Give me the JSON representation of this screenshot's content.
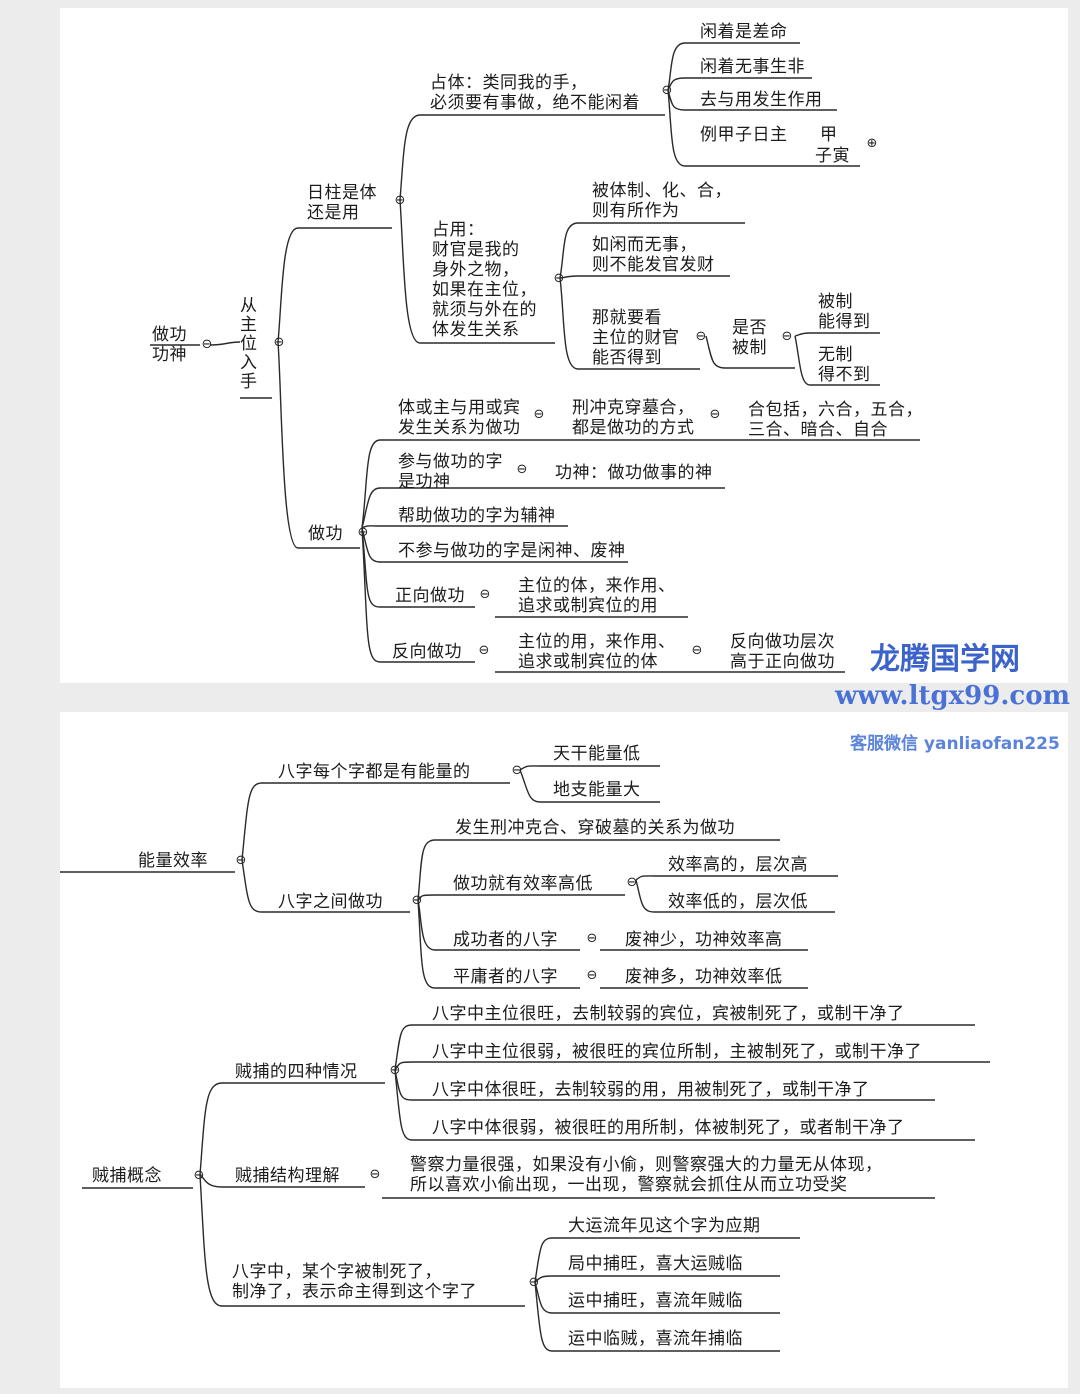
{
  "colors": {
    "watermark_title": "#3b63c9",
    "watermark_url": "#4a72d6",
    "watermark_contact": "#5d84db"
  },
  "top": {
    "root": "做功\n功神",
    "main": "从\n主\n位\n入\n手",
    "rizhu": "日柱是体\n还是用",
    "zhanti": "占体：类同我的手，\n必须要有事做，绝不能闲着",
    "zhanti_items": [
      "闲着是差命",
      "闲着无事生非",
      "去与用发生作用",
      "例甲子日主"
    ],
    "jia": "甲",
    "ziyin": "子寅",
    "zhanyong": "占用：\n财官是我的\n身外之物，\n如果在主位，\n就须与外在的\n体发生关系",
    "zhanyong_items": [
      "被体制、化、合，\n则有所作为",
      "如闲而无事，\n则不能发官发财",
      "那就要看\n主位的财官\n能否得到"
    ],
    "shifou": "是否\n被制",
    "beizhi": "被制\n能得到",
    "wuzhi": "无制\n得不到",
    "zuogong": "做功",
    "zg1": "体或主与用或宾\n发生关系为做功",
    "zg1b": "刑冲克穿墓合，\n都是做功的方式",
    "zg1c": "合包括，六合，五合，\n三合、暗合、自合",
    "zg2": "参与做功的字\n是功神",
    "zg2b": "功神：做功做事的神",
    "zg3": "帮助做功的字为辅神",
    "zg4": "不参与做功的字是闲神、废神",
    "zg5": "正向做功",
    "zg5b": "主位的体，来作用、\n追求或制宾位的用",
    "zg6": "反向做功",
    "zg6b": "主位的用，来作用、\n追求或制宾位的体",
    "zg6c": "反向做功层次\n高于正向做功"
  },
  "bottom": {
    "nengliang": "能量效率",
    "bazi_energy": "八字每个字都是有能量的",
    "tiangan": "天干能量低",
    "dizhi": "地支能量大",
    "bazi_between": "八字之间做功",
    "fasheng": "发生刑冲克合、穿破墓的关系为做功",
    "xiaolv": "做功就有效率高低",
    "high": "效率高的，层次高",
    "low": "效率低的，层次低",
    "success": "成功者的八字",
    "success_b": "废神少，功神效率高",
    "mediocre": "平庸者的八字",
    "mediocre_b": "废神多，功神效率低",
    "zeibu": "贼捕概念",
    "four": "贼捕的四种情况",
    "four_items": [
      "八字中主位很旺，去制较弱的宾位，宾被制死了，或制干净了",
      "八字中主位很弱，被很旺的宾位所制，主被制死了，或制干净了",
      "八字中体很旺，去制较弱的用，用被制死了，或制干净了",
      "八字中体很弱，被很旺的用所制，体被制死了，或者制干净了"
    ],
    "structure": "贼捕结构理解",
    "police": "警察力量很强，如果没有小偷，则警察强大的力量无从体现，\n所以喜欢小偷出现，一出现，警察就会抓住从而立功受奖",
    "zhisi": "八字中，某个字被制死了，\n制净了，表示命主得到这个字了",
    "zhisi_items": [
      "大运流年见这个字为应期",
      "局中捕旺，喜大运贼临",
      "运中捕旺，喜流年贼临",
      "运中临贼，喜流年捕临"
    ]
  },
  "watermark": {
    "title": "龙腾国学网",
    "url": "www.ltgx99.com",
    "contact": "客服微信 yanliaofan225"
  }
}
